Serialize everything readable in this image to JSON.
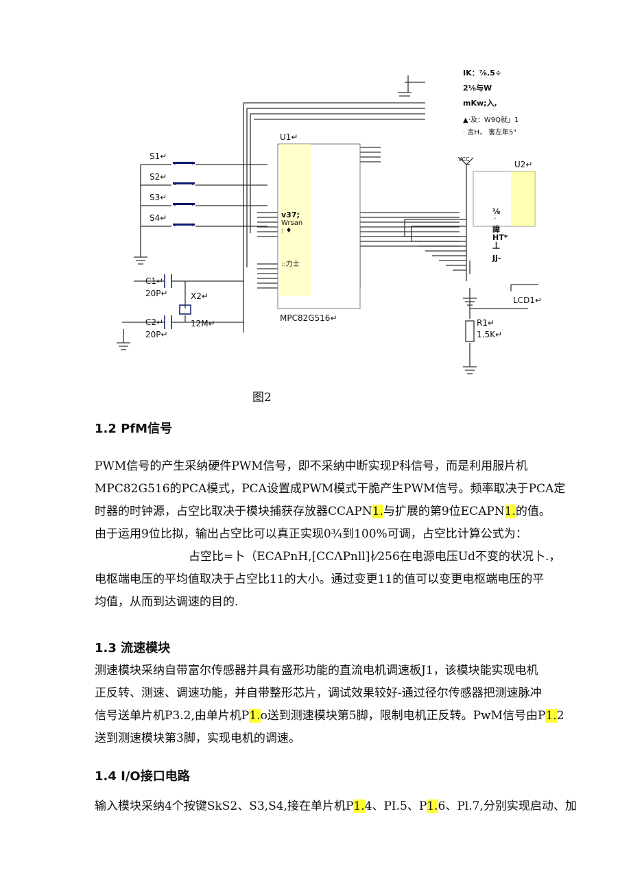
{
  "figure": {
    "caption": "图2",
    "labels": {
      "s1": "S1↵",
      "s2": "S2↵",
      "s3": "S3↵",
      "s4": "S4↵",
      "c1": "C1↵",
      "c1v": "20P↵",
      "c2": "C2↵",
      "c2v": "20P↵",
      "x2": "X2↵",
      "x2v": "12M↵",
      "u1": "U1↵",
      "u1chip": "MPC82G516↵",
      "u2": "U2↵",
      "lcd": "LCD1↵",
      "r1": "R1↵",
      "r1v": "1.5K↵",
      "vcc": "VCC",
      "u1txt1": "v37;",
      "u1txt2": "Wrsan",
      "u1txt3": ":  ♦",
      "u1txt4": "::力士",
      "u2txt1": "⅛",
      "u2txt2": "·",
      "u2txt3": "諱",
      "u2txt4": "HT*",
      "u2txt5": "丄",
      "u2txt6": "Jj-",
      "note1": "IK：⅞.5÷",
      "note2": "2⅛与W",
      "note3": "mKw;入,",
      "note4": "▲·及：W9Q就」1",
      "note5": "· 言H， 害左年5\""
    }
  },
  "sections": {
    "s12": {
      "heading": "1.2    PfM信号"
    },
    "s13": {
      "heading": "1.3    流速模块"
    },
    "s14": {
      "heading": "1.4    I/O接口电路"
    }
  },
  "para1": {
    "l1": "PWM信号的产生采纳硬件PWM信号，即不采纳中断实现P科信号，而是利用服片机",
    "l2": "MPC82G516的PCA模式，PCA设置成PWM模式干脆产生PWM信号。频率取决于PCA定",
    "l3a": "时器的时钟源，占空比取决于模块捕获存放器CCAPN",
    "l3b": "1.",
    "l3c": "与扩展的第9位ECAPN",
    "l3d": "1.",
    "l3e": "的值。",
    "l4": "由于运用9位比拟，输出占空比可以真正实现0¾到100%可调，占空比计算公式为：",
    "l5": "占空比=卜（ECAPnH,[CCΛPnll]∤⁄256在电源电压Ud不变的状况卜.，",
    "l6": "电枢端电压的平均值取决于占空比11的大小。通过变更11的值可以变更电枢端电压的平",
    "l7": "均值，从而到达调速的目的."
  },
  "para2": {
    "l1": "测速模块采纳自带富尔传感器并具有盛形功能的直流电机调速板J1，该模块能实现电机",
    "l2": "正反转、测速、调速功能，并自带整形芯片，调试效果较好-通过径尔传感器把测速脉冲",
    "l3a": "信号送单片机P3.2,由单片机P",
    "l3b": "1.",
    "l3c": "o送到测速模块第5脚，限制电机正反转。PwM信号由P",
    "l3d": "1.",
    "l3e": "2",
    "l4": "送到测速模块第3脚，实现电机的调速。"
  },
  "para3": {
    "l1a": "输入模块采纳4个按键SkS2、S3,S4,接在单片机P",
    "l1b": "1.",
    "l1c": "4、PI.5、P",
    "l1d": "1.",
    "l1e": "6、Pl.7,分别实现启动、加"
  }
}
